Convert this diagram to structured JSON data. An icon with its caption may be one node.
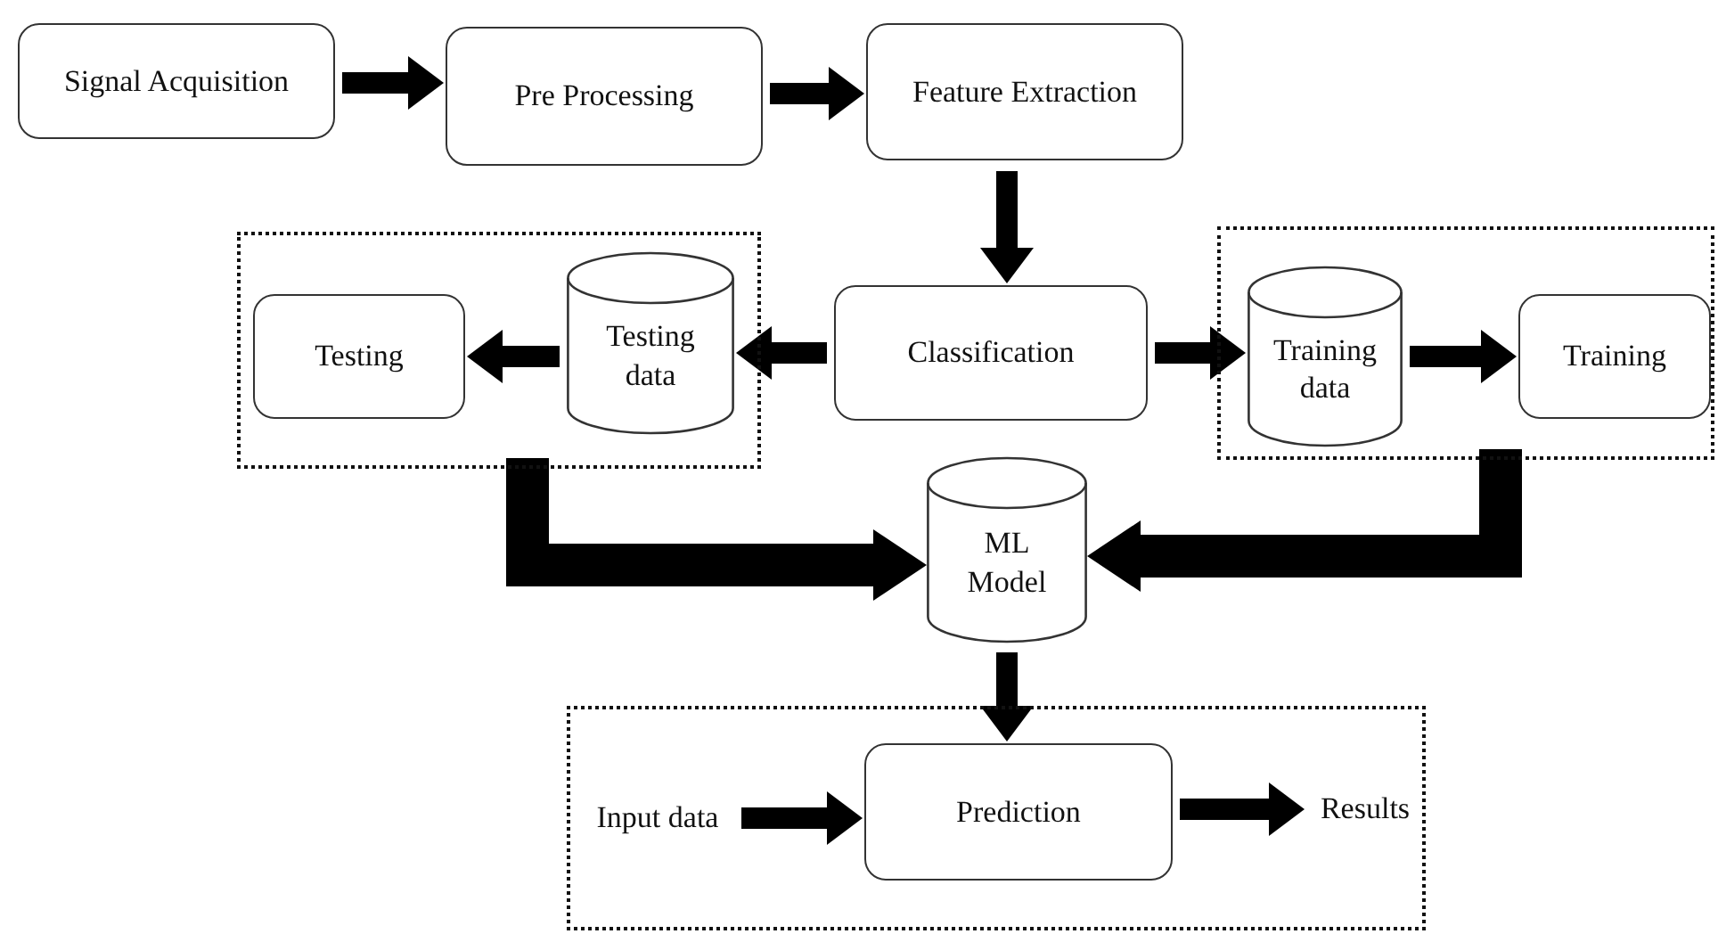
{
  "diagram": {
    "nodes": [
      {
        "text": [
          "Signal Acquisition"
        ]
      },
      {
        "text": [
          "Pre Processing"
        ]
      },
      {
        "text": [
          "Feature Extraction"
        ]
      },
      {
        "text": [],
        "shape": "box"
      },
      {
        "text": [
          "Testing"
        ],
        "in": 3
      },
      {
        "text": [
          "Testing data"
        ],
        "in": 3
      },
      {
        "text": [
          "Classification"
        ]
      },
      {
        "text": [],
        "shape": "box"
      },
      {
        "text": [
          "Training data"
        ],
        "in": 7
      },
      {
        "text": [
          "Training"
        ],
        "in": 7
      },
      {
        "text": [
          "ML Model"
        ]
      },
      {
        "text": [],
        "shape": "box"
      },
      {
        "text": [
          "Input data"
        ],
        "in": 11
      },
      {
        "text": [
          "Prediction"
        ],
        "in": 11
      },
      {
        "text": [
          "Results"
        ],
        "in": 11
      }
    ],
    "edges": [
      {
        "from": 0,
        "to": 1,
        "arrow": "to"
      },
      {
        "from": 1,
        "to": 2,
        "arrow": "to"
      },
      {
        "from": 2,
        "to": 6,
        "arrow": "to"
      },
      {
        "from": 6,
        "to": 5,
        "arrow": "to"
      },
      {
        "from": 5,
        "to": 4,
        "arrow": "to"
      },
      {
        "from": 6,
        "to": 8,
        "arrow": "to"
      },
      {
        "from": 8,
        "to": 9,
        "arrow": "to"
      },
      {
        "from": 3,
        "to": 10,
        "arrow": "to",
        "style": "thick"
      },
      {
        "from": 7,
        "to": 10,
        "arrow": "to",
        "style": "thick"
      },
      {
        "from": 10,
        "to": 13,
        "arrow": "to"
      },
      {
        "from": 12,
        "to": 13,
        "arrow": "to"
      },
      {
        "from": 13,
        "to": 14,
        "arrow": "to"
      }
    ]
  }
}
